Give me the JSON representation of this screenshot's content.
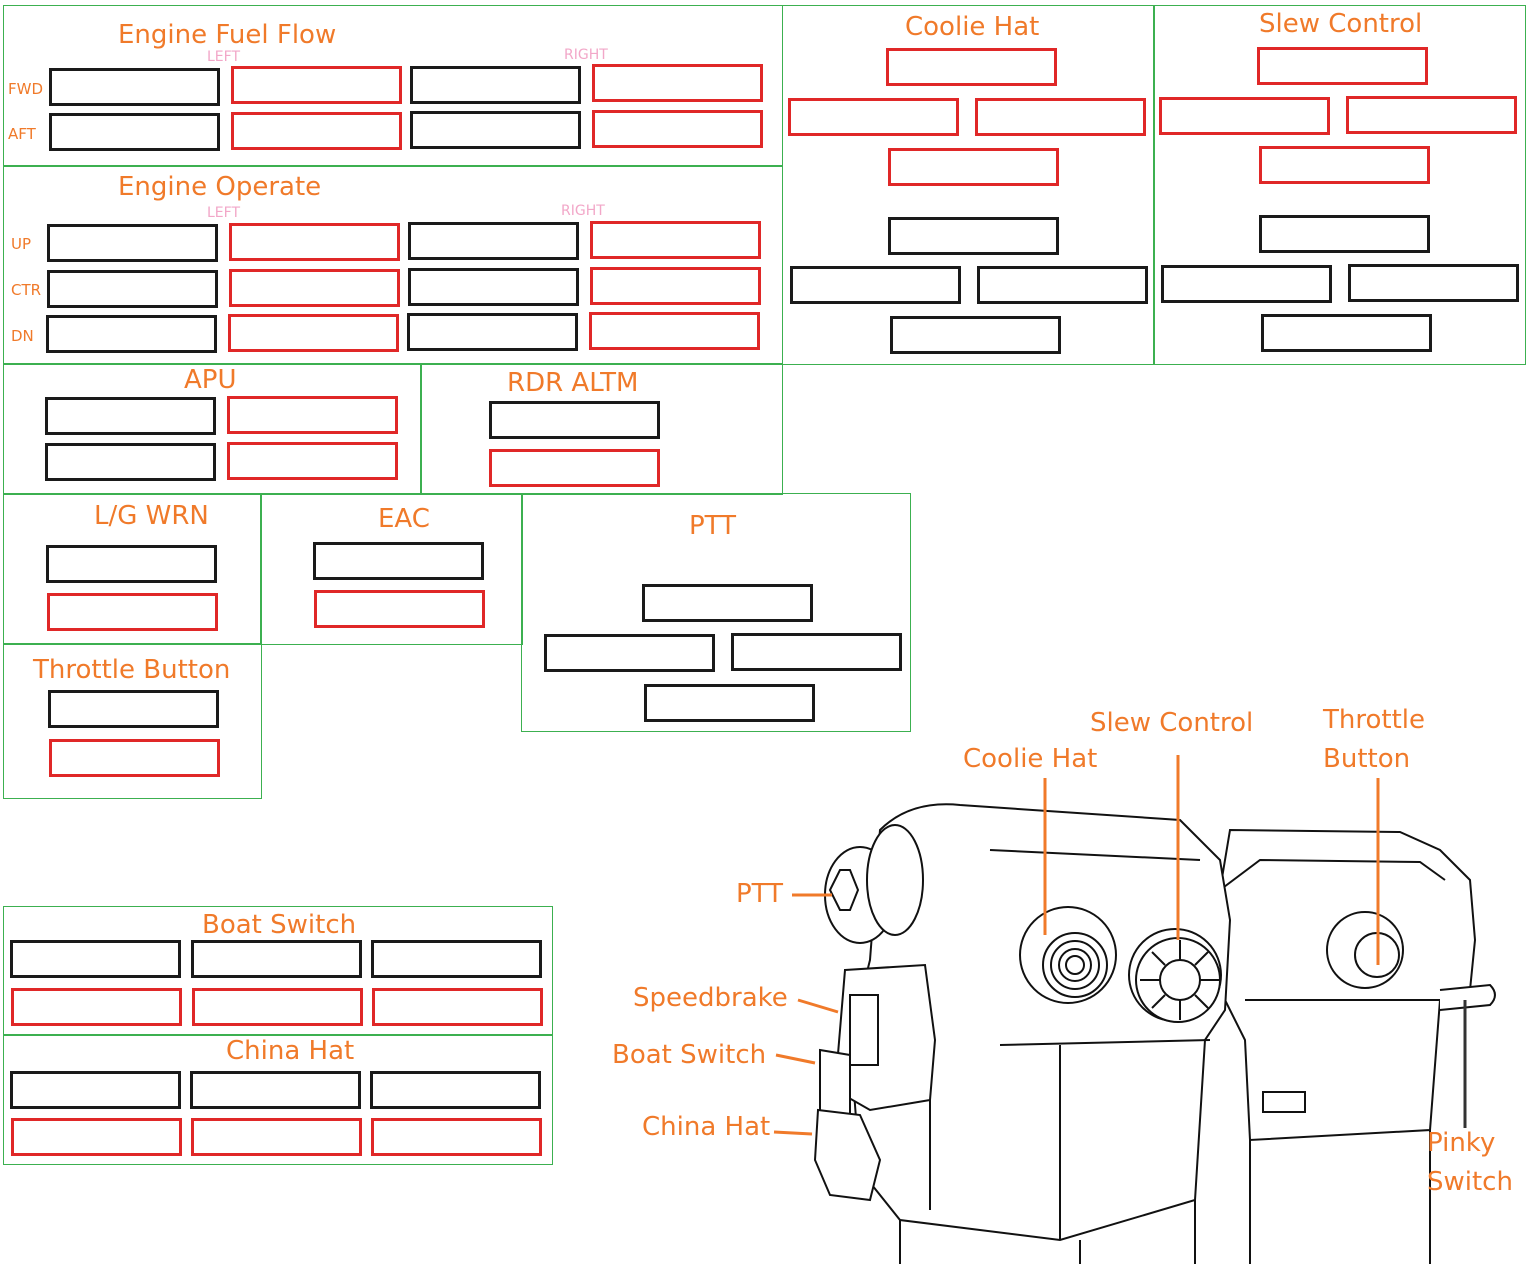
{
  "panels": {
    "engine_fuel_flow": {
      "title": "Engine Fuel Flow",
      "left": "LEFT",
      "right": "RIGHT",
      "rows": [
        "FWD",
        "AFT"
      ]
    },
    "engine_operate": {
      "title": "Engine Operate",
      "left": "LEFT",
      "right": "RIGHT",
      "rows": [
        "UP",
        "CTR",
        "DN"
      ]
    },
    "coolie_hat": {
      "title": "Coolie Hat"
    },
    "slew_control": {
      "title": "Slew Control"
    },
    "apu": {
      "title": "APU"
    },
    "rdr_altm": {
      "title": "RDR ALTM"
    },
    "lg_wrn": {
      "title": "L/G WRN"
    },
    "eac": {
      "title": "EAC"
    },
    "ptt": {
      "title": "PTT"
    },
    "throttle_button": {
      "title": "Throttle Button"
    },
    "boat_switch": {
      "title": "Boat Switch"
    },
    "china_hat": {
      "title": "China Hat"
    }
  },
  "callouts": {
    "slew_control": "Slew Control",
    "throttle_button": [
      "Throttle",
      "Button"
    ],
    "coolie_hat": "Coolie Hat",
    "ptt": "PTT",
    "speedbrake": "Speedbrake",
    "boat_switch": "Boat Switch",
    "china_hat": "China Hat",
    "pinky_switch": [
      "Pinky",
      "Switch"
    ]
  },
  "colors": {
    "accent": "#f07a2a",
    "panel_border": "#3cb050",
    "box_black": "#1a1a1a",
    "box_red": "#e02828",
    "sublabel": "#f2a7c8"
  }
}
